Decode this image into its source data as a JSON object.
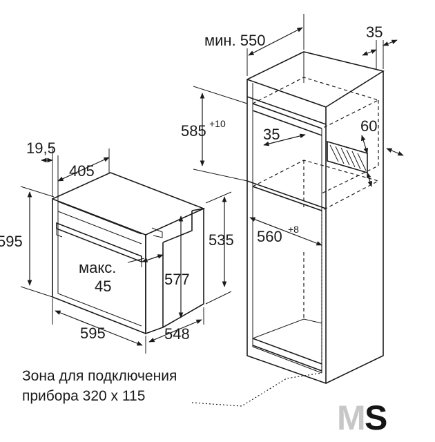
{
  "dimensions": {
    "oven_depth_offset": "19,5",
    "oven_top_depth": "405",
    "oven_height": "595",
    "oven_width": "595",
    "oven_body_depth": "548",
    "oven_inner_height": "577",
    "oven_body_height": "535",
    "handle_gap_label": "макс.",
    "handle_gap_value": "45",
    "niche_min_depth": "мин. 550",
    "niche_rear_gap": "35",
    "niche_height": "585",
    "niche_height_tol": "+10",
    "shelf_gap": "35",
    "vent_opening": "60",
    "niche_width": "560",
    "niche_width_tol": "+8"
  },
  "caption": {
    "line1": "Зона для подключения",
    "line2": "прибора 320 x 115"
  },
  "brand": {
    "left": "M",
    "right": "S",
    "left_color": "#c7c7c7",
    "right_color": "#151515"
  }
}
